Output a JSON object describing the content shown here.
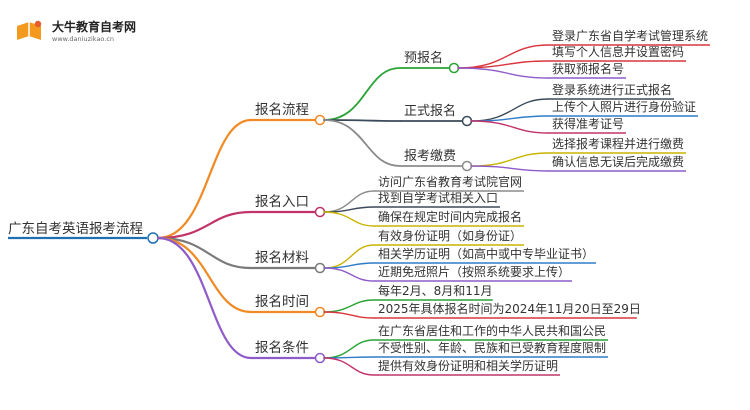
{
  "logo": {
    "title": "大牛教育自考网",
    "url": "www.daniuzikao.cn",
    "colors": {
      "book": "#f39a1e",
      "accent": "#e85b2a"
    }
  },
  "root": {
    "label": "广东自考英语报考流程",
    "color": "#1f6fb5"
  },
  "branches": [
    {
      "label": "报名流程",
      "color": "#f08a24",
      "children": [
        {
          "label": "预报名",
          "color": "#2aa336",
          "children": [
            {
              "label": "登录广东省自学考试管理系统",
              "color": "#d9363e"
            },
            {
              "label": "填写个人信息并设置密码",
              "color": "#d9363e"
            },
            {
              "label": "获取预报名号",
              "color": "#8e5bc9"
            }
          ]
        },
        {
          "label": "正式报名",
          "color": "#3b4a5a",
          "children": [
            {
              "label": "登录系统进行正式报名",
              "color": "#3b4a5a"
            },
            {
              "label": "上传个人照片进行身份验证",
              "color": "#2f7dc7"
            },
            {
              "label": "获得准考证号",
              "color": "#c2336a"
            }
          ]
        },
        {
          "label": "报考缴费",
          "color": "#8b8b8b",
          "children": [
            {
              "label": "选择报考课程并进行缴费",
              "color": "#c9b400"
            },
            {
              "label": "确认信息无误后完成缴费",
              "color": "#8e5bc9"
            }
          ]
        }
      ]
    },
    {
      "label": "报名入口",
      "color": "#c2336a",
      "children": [
        {
          "label": "访问广东省教育考试院官网",
          "color": "#8b8b8b"
        },
        {
          "label": "找到自学考试相关入口",
          "color": "#3b4a5a"
        },
        {
          "label": "确保在规定时间内完成报名",
          "color": "#c9b400"
        }
      ]
    },
    {
      "label": "报名材料",
      "color": "#7a7a7a",
      "children": [
        {
          "label": "有效身份证明（如身份证）",
          "color": "#c9b400"
        },
        {
          "label": "相关学历证明（如高中或中专毕业证书）",
          "color": "#2f7dc7"
        },
        {
          "label": "近期免冠照片（按照系统要求上传）",
          "color": "#8e5bc9"
        }
      ]
    },
    {
      "label": "报名时间",
      "color": "#f08a24",
      "children": [
        {
          "label": "每年2月、8月和11月",
          "color": "#2aa336"
        },
        {
          "label": "2025年具体报名时间为2024年11月20日至29日",
          "color": "#d9363e"
        }
      ]
    },
    {
      "label": "报名条件",
      "color": "#8e5bc9",
      "children": [
        {
          "label": "在广东省居住和工作的中华人民共和国公民",
          "color": "#2aa336"
        },
        {
          "label": "不受性别、年龄、民族和已受教育程度限制",
          "color": "#2f7dc7"
        },
        {
          "label": "提供有效身份证明和相关学历证明",
          "color": "#c2336a"
        }
      ]
    }
  ]
}
